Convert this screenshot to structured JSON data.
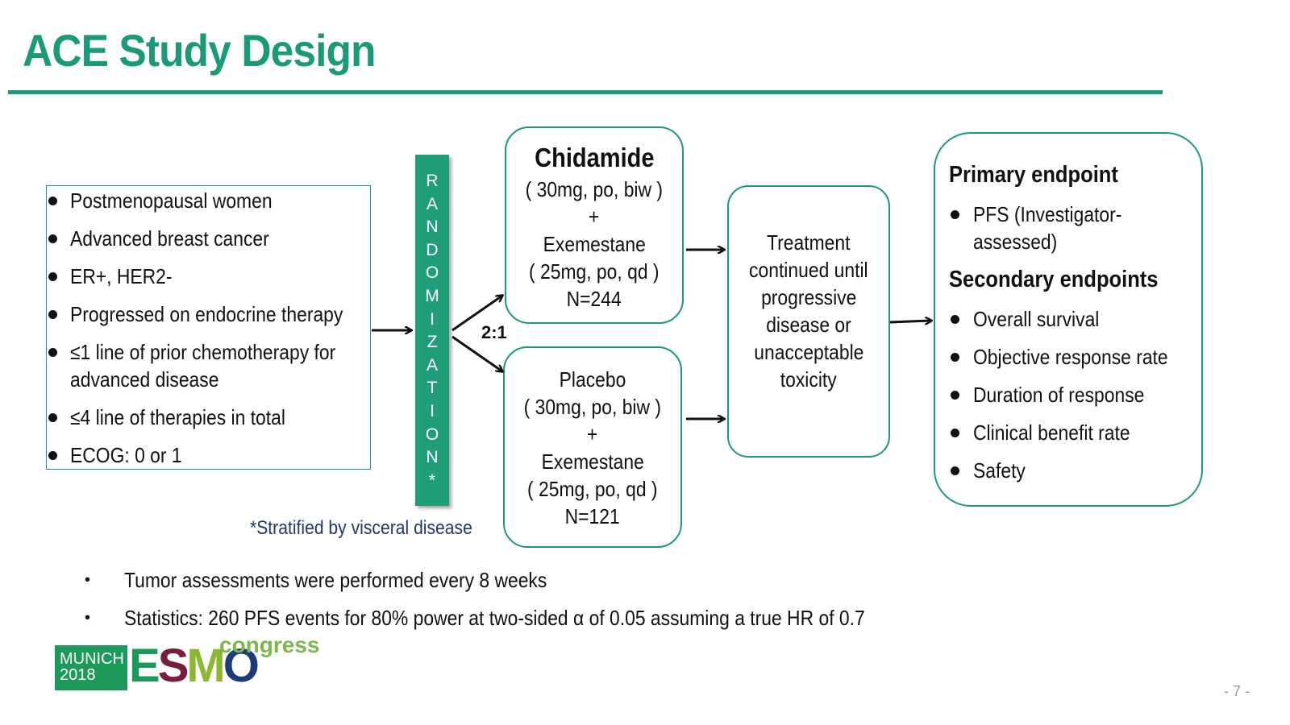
{
  "title": "ACE Study Design",
  "criteria": [
    {
      "text": "Postmenopausal women"
    },
    {
      "text": "Advanced breast cancer"
    },
    {
      "text": "ER+, HER2-"
    },
    {
      "text": "Progressed on endocrine therapy"
    },
    {
      "line1": "≤1 line of prior chemotherapy for",
      "line2": "advanced disease"
    },
    {
      "text": "≤4 line of therapies in total"
    },
    {
      "text": "ECOG: 0 or 1"
    }
  ],
  "randomization": {
    "letters": [
      "R",
      "A",
      "N",
      "D",
      "O",
      "M",
      "I",
      "Z",
      "A",
      "T",
      "I",
      "O",
      "N",
      "*"
    ],
    "ratio": "2:1",
    "footnote": "*Stratified by visceral disease"
  },
  "arms": [
    {
      "title": "Chidamide",
      "dose": "( 30mg, po, biw )",
      "plus": "+",
      "drug2": "Exemestane",
      "dose2": "( 25mg, po, qd )",
      "n": "N=244"
    },
    {
      "title": "Placebo",
      "dose": "( 30mg, po, biw )",
      "plus": "+",
      "drug2": "Exemestane",
      "dose2": "( 25mg, po, qd )",
      "n": "N=121"
    }
  ],
  "treatment": [
    "Treatment",
    "continued until",
    "progressive",
    "disease or",
    "unacceptable",
    "toxicity"
  ],
  "endpoints": {
    "primary_heading": "Primary endpoint",
    "primary": {
      "line1": "PFS (Investigator-",
      "line2": "assessed)"
    },
    "secondary_heading": "Secondary endpoints",
    "secondary": [
      "Overall survival",
      "Objective response rate",
      "Duration of response",
      "Clinical benefit rate",
      "Safety"
    ]
  },
  "notes": [
    "Tumor assessments were performed every 8 weeks",
    "Statistics: 260 PFS events for 80% power at two-sided  α of 0.05 assuming a true HR of 0.7"
  ],
  "logo": {
    "city": "MUNICH",
    "year": "2018",
    "esmo_letters": [
      "E",
      "S",
      "M",
      "O"
    ],
    "congress": "congress"
  },
  "page_number": "- 7 -",
  "colors": {
    "accent": "#1a9a77",
    "footnote": "#1e3a6a"
  }
}
